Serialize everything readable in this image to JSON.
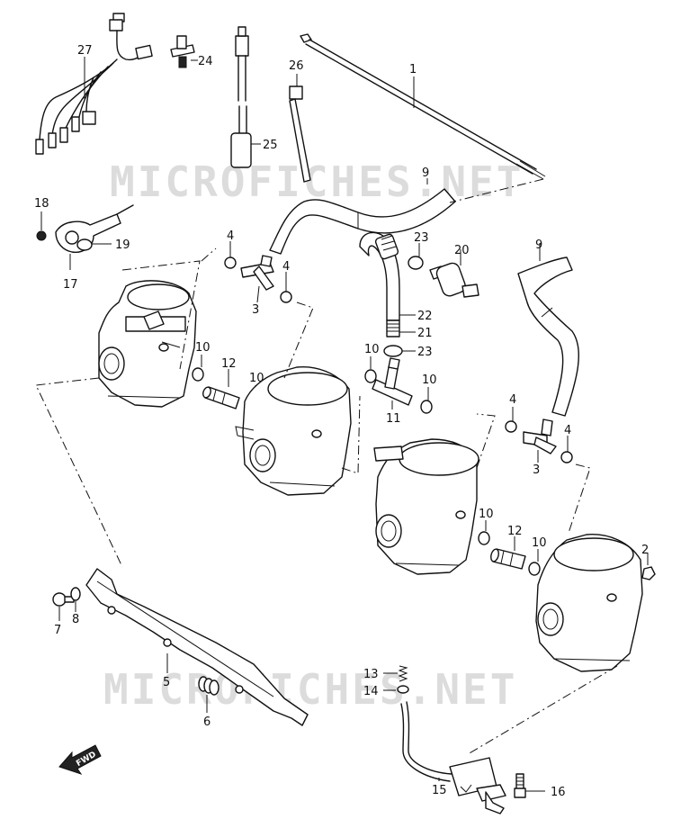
{
  "watermarks": [
    "MICROFICHES.NET",
    "MICROFICHES.NET"
  ],
  "direction_marker": "FWD",
  "callouts": [
    {
      "id": "c1",
      "label": "1"
    },
    {
      "id": "c2",
      "label": "2"
    },
    {
      "id": "c3a",
      "label": "3"
    },
    {
      "id": "c3b",
      "label": "3"
    },
    {
      "id": "c4a",
      "label": "4"
    },
    {
      "id": "c4b",
      "label": "4"
    },
    {
      "id": "c4c",
      "label": "4"
    },
    {
      "id": "c4d",
      "label": "4"
    },
    {
      "id": "c5",
      "label": "5"
    },
    {
      "id": "c6",
      "label": "6"
    },
    {
      "id": "c7",
      "label": "7"
    },
    {
      "id": "c8",
      "label": "8"
    },
    {
      "id": "c9a",
      "label": "9"
    },
    {
      "id": "c9b",
      "label": "9"
    },
    {
      "id": "c10a",
      "label": "10"
    },
    {
      "id": "c10b",
      "label": "10"
    },
    {
      "id": "c10c",
      "label": "10"
    },
    {
      "id": "c10d",
      "label": "10"
    },
    {
      "id": "c10e",
      "label": "10"
    },
    {
      "id": "c10f",
      "label": "10"
    },
    {
      "id": "c11",
      "label": "11"
    },
    {
      "id": "c12a",
      "label": "12"
    },
    {
      "id": "c12b",
      "label": "12"
    },
    {
      "id": "c13",
      "label": "13"
    },
    {
      "id": "c14",
      "label": "14"
    },
    {
      "id": "c15",
      "label": "15"
    },
    {
      "id": "c16",
      "label": "16"
    },
    {
      "id": "c17",
      "label": "17"
    },
    {
      "id": "c18",
      "label": "18"
    },
    {
      "id": "c19",
      "label": "19"
    },
    {
      "id": "c20",
      "label": "20"
    },
    {
      "id": "c21",
      "label": "21"
    },
    {
      "id": "c22",
      "label": "22"
    },
    {
      "id": "c23a",
      "label": "23"
    },
    {
      "id": "c23b",
      "label": "23"
    },
    {
      "id": "c24",
      "label": "24"
    },
    {
      "id": "c25",
      "label": "25"
    },
    {
      "id": "c26",
      "label": "26"
    },
    {
      "id": "c27",
      "label": "27"
    }
  ]
}
